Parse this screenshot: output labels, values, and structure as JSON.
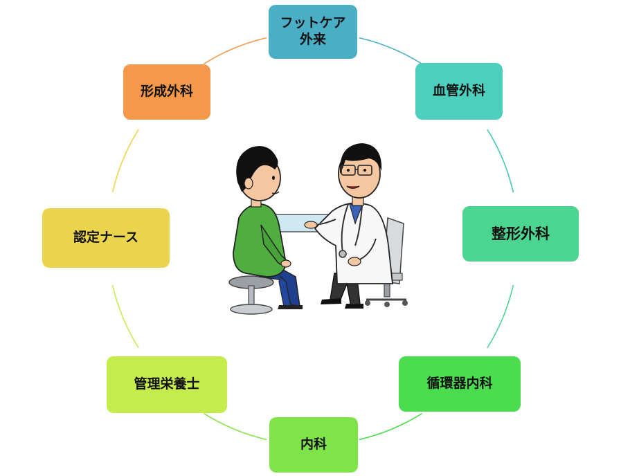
{
  "nodes": [
    {
      "id": "foot-care",
      "label": "フットケア\n外来",
      "color": "#4aaec6",
      "arc": "#4aaec6"
    },
    {
      "id": "vascular-surgery",
      "label": "血管外科",
      "color": "#4dcfbd",
      "arc": "#45c7b9"
    },
    {
      "id": "orthopedics",
      "label": "整形外科",
      "color": "#4cd590",
      "arc": "#4cd590"
    },
    {
      "id": "cardiology",
      "label": "循環器内科",
      "color": "#4bdc4f",
      "arc": "#4bdc4f"
    },
    {
      "id": "internal-medicine",
      "label": "内科",
      "color": "#7ee44a",
      "arc": "#86e34d"
    },
    {
      "id": "dietitian",
      "label": "管理栄養士",
      "color": "#c5ec4d",
      "arc": "#c5ec4d"
    },
    {
      "id": "certified-nurse",
      "label": "認定ナース",
      "color": "#ebd54c",
      "arc": "#ebd54c"
    },
    {
      "id": "plastic-surgery",
      "label": "形成外科",
      "color": "#f4984a",
      "arc": "#f4984a"
    }
  ]
}
